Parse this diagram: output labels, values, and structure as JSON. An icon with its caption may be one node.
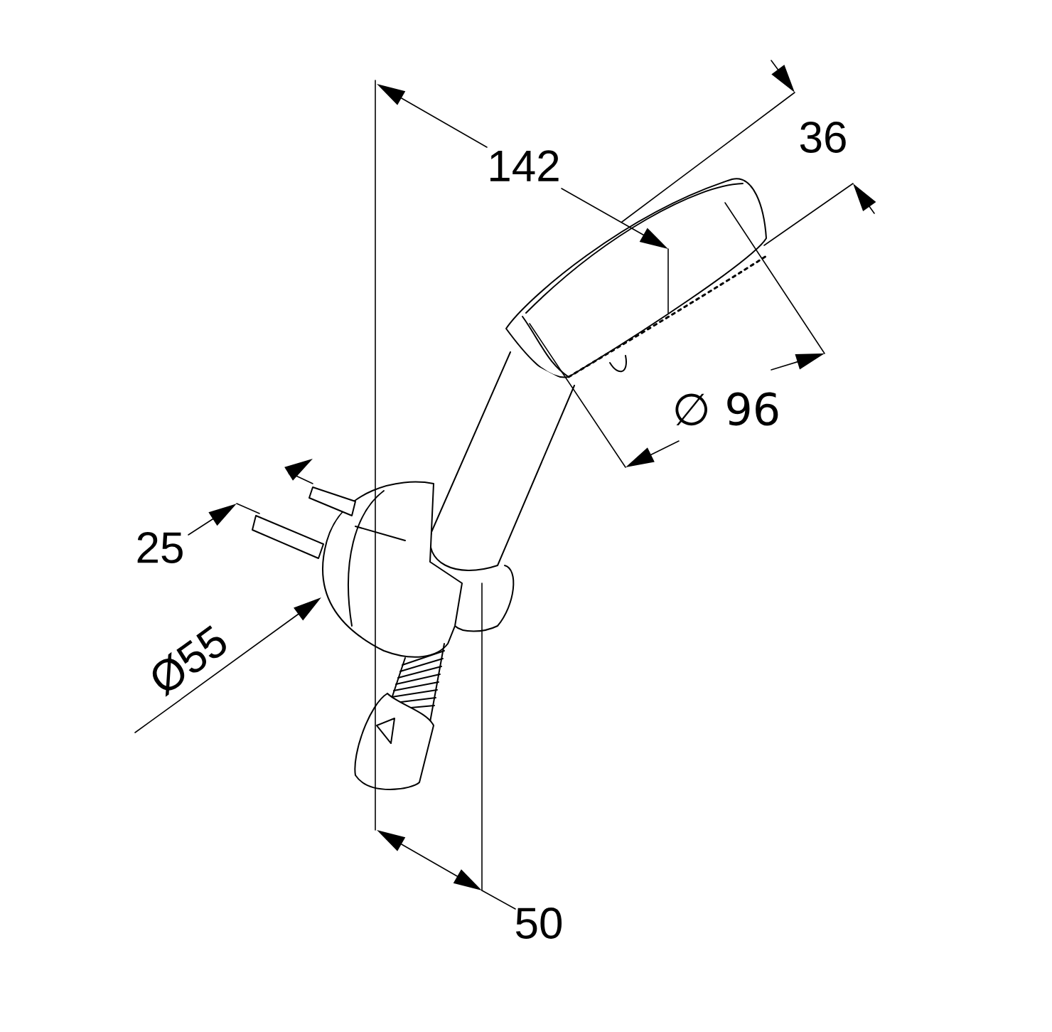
{
  "diagram": {
    "labels": [
      "142",
      "36",
      "∅ 96",
      "25",
      "Ø55",
      "50"
    ]
  }
}
